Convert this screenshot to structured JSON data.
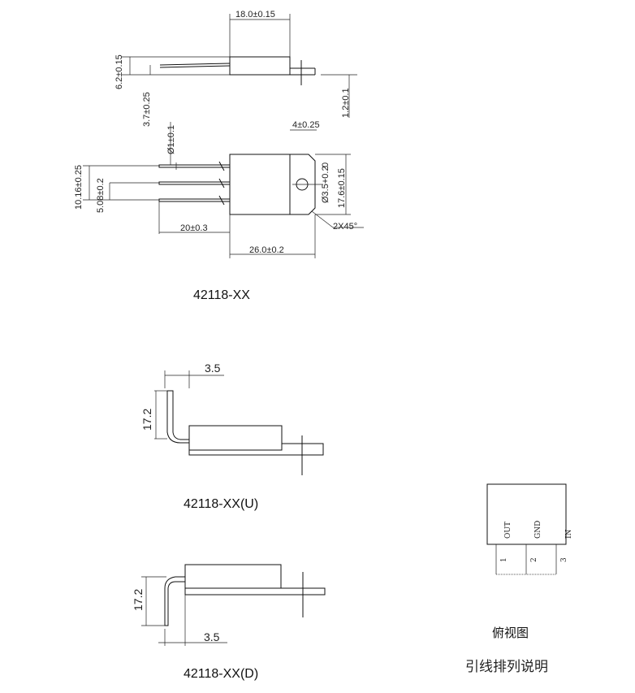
{
  "dims_top": {
    "width_top": "18.0±0.15",
    "height_side": "6.2±0.15",
    "lead_height": "3.7±0.25",
    "tab_thick": "1.2±0.1",
    "tab_len": "4±0.25",
    "lead_dia": "Ø1±0.1",
    "pitch_outer": "10.16±0.25",
    "pitch_inner": "5.08±0.2",
    "hole_dia": "Ø3.5+0.2",
    "hole_tol_lower": "0",
    "height_body": "17.6±0.15",
    "chamfer": "2X45°",
    "lead_len": "20±0.3",
    "total_len": "26.0±0.2"
  },
  "captions": {
    "main": "42118-XX",
    "up": "42118-XX(U)",
    "down": "42118-XX(D)"
  },
  "dims_u": {
    "gap": "3.5",
    "height": "17.2"
  },
  "dims_d": {
    "gap": "3.5",
    "height": "17.2"
  },
  "pinout": {
    "pins": [
      {
        "name": "OUT",
        "num": "1"
      },
      {
        "name": "GND",
        "num": "2"
      },
      {
        "name": "IN",
        "num": "3"
      }
    ],
    "view_label": "俯视图",
    "title": "引线排列说明"
  }
}
